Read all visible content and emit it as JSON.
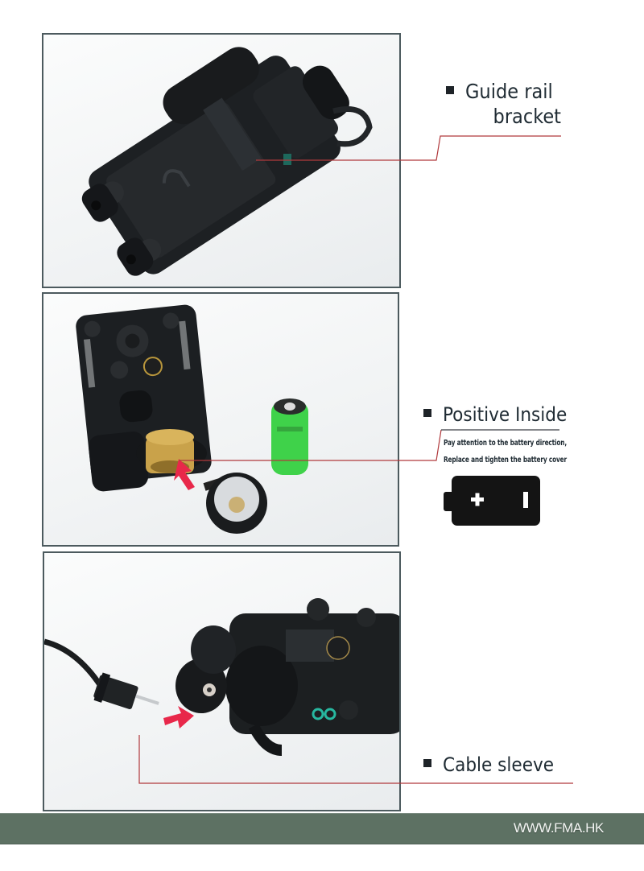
{
  "callouts": [
    {
      "id": "guide-rail",
      "title_line1": "Guide rail",
      "title_line2": "bracket"
    },
    {
      "id": "positive-inside",
      "title": "Positive Inside",
      "notes": [
        "Pay attention to the battery direction,",
        "Replace and tighten the battery cover"
      ]
    },
    {
      "id": "cable-sleeve",
      "title": "Cable sleeve"
    }
  ],
  "battery_icon": {
    "plus": "+",
    "minus": "I"
  },
  "footer": {
    "url": "WWW.FMA.HK"
  },
  "colors": {
    "leader_line": "#b0393c",
    "frame": "#4c5a5e",
    "footer_bg": "#5d7163",
    "arrow": "#e8284a",
    "battery_green": "#3fd24a",
    "brass": "#c9a24a"
  },
  "panels": [
    {
      "name": "top-view-photo",
      "subject": "black PEQ laser box, top/rail view"
    },
    {
      "name": "battery-photo",
      "subject": "PEQ box with open battery compartment, CR123 battery and cap"
    },
    {
      "name": "cable-photo",
      "subject": "PEQ box with remote cable plug and jack"
    }
  ]
}
